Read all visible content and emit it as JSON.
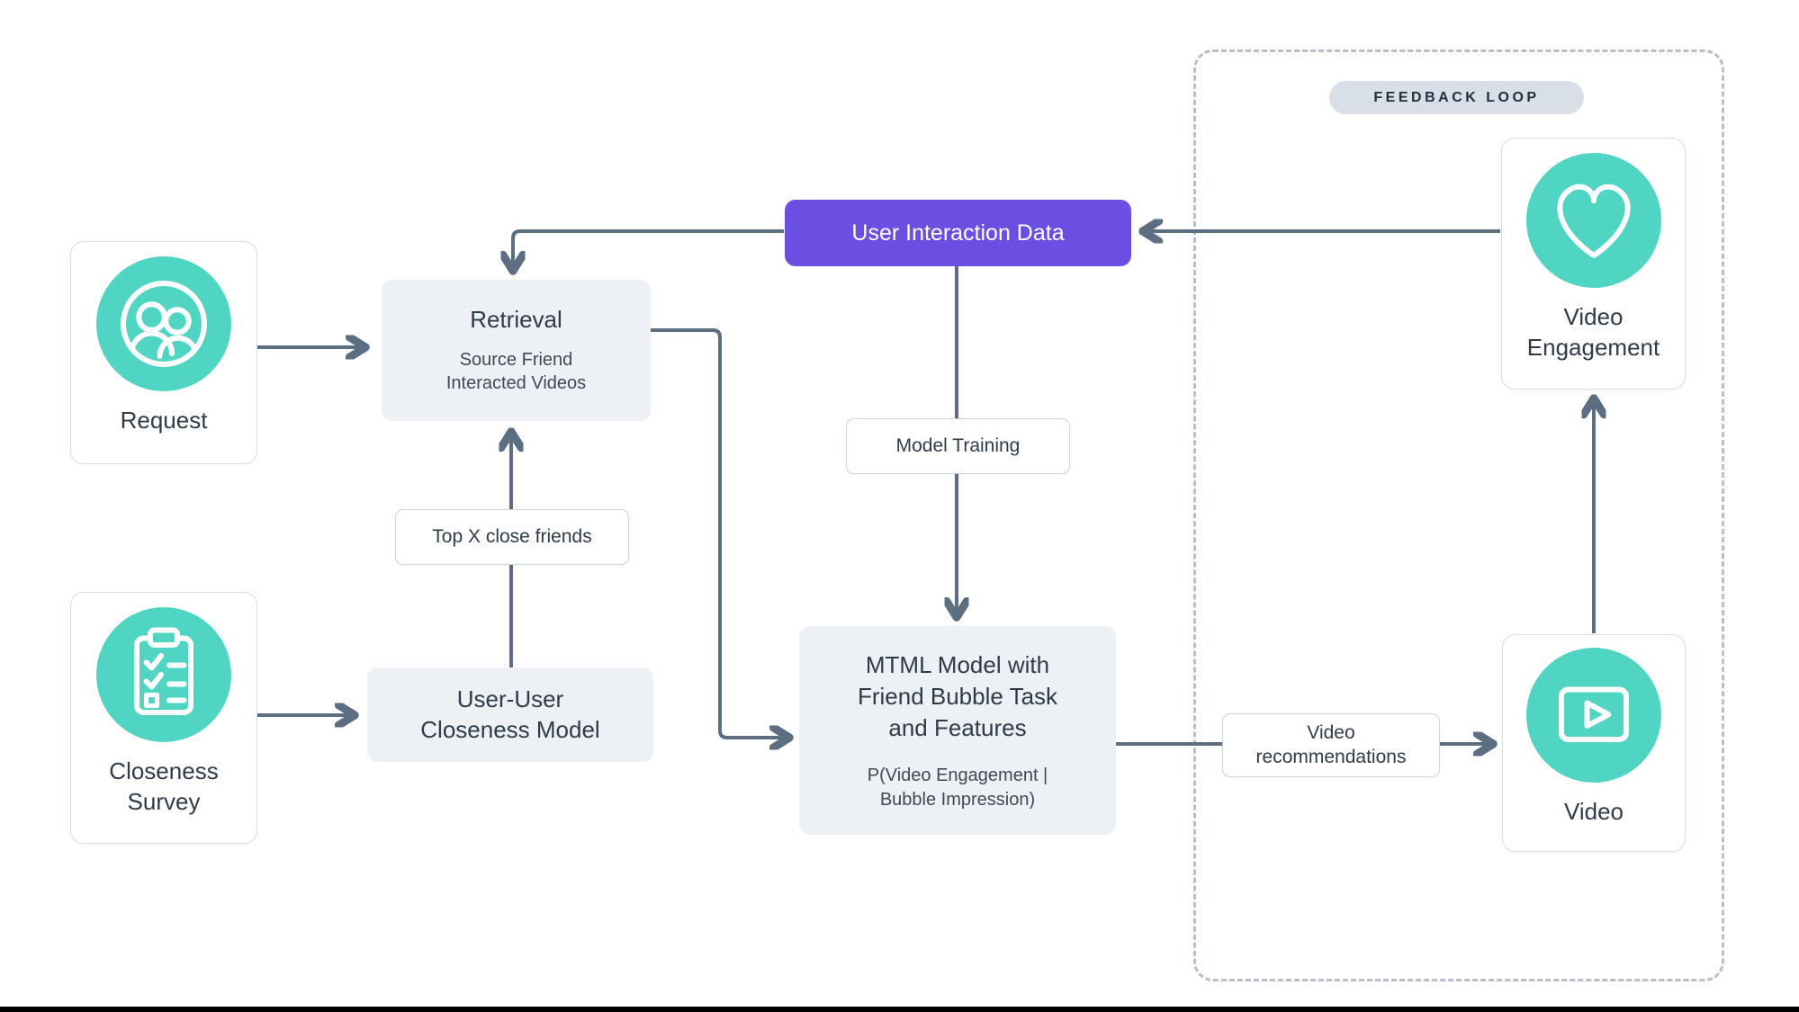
{
  "diagram": {
    "feedback_loop_label": "FEEDBACK LOOP",
    "request": {
      "label": "Request",
      "icon": "people-icon"
    },
    "closeness_survey": {
      "label": "Closeness Survey",
      "icon": "survey-checklist-icon"
    },
    "retrieval": {
      "title": "Retrieval",
      "subtitle": "Source Friend Interacted Videos"
    },
    "top_x_close_friends": {
      "label": "Top X close friends"
    },
    "user_user_closeness_model": {
      "label": "User-User Closeness Model"
    },
    "user_interaction_data": {
      "label": "User Interaction Data"
    },
    "model_training": {
      "label": "Model Training"
    },
    "mtml_model": {
      "title": "MTML Model with Friend Bubble Task and Features",
      "subtitle": "P(Video Engagement | Bubble Impression)"
    },
    "video_recommendations": {
      "label": "Video recommendations"
    },
    "video": {
      "label": "Video",
      "icon": "video-player-icon"
    },
    "video_engagement": {
      "label": "Video Engagement",
      "icon": "heart-icon"
    }
  },
  "colors": {
    "accent_teal": "#50d5c3",
    "accent_purple": "#6b4ee2",
    "connector": "#5b6e82",
    "node_fill": "#edf0f5",
    "dashed_border": "#b7bfc9",
    "text": "#2e3c49",
    "pill_bg": "#d9dfe7"
  }
}
